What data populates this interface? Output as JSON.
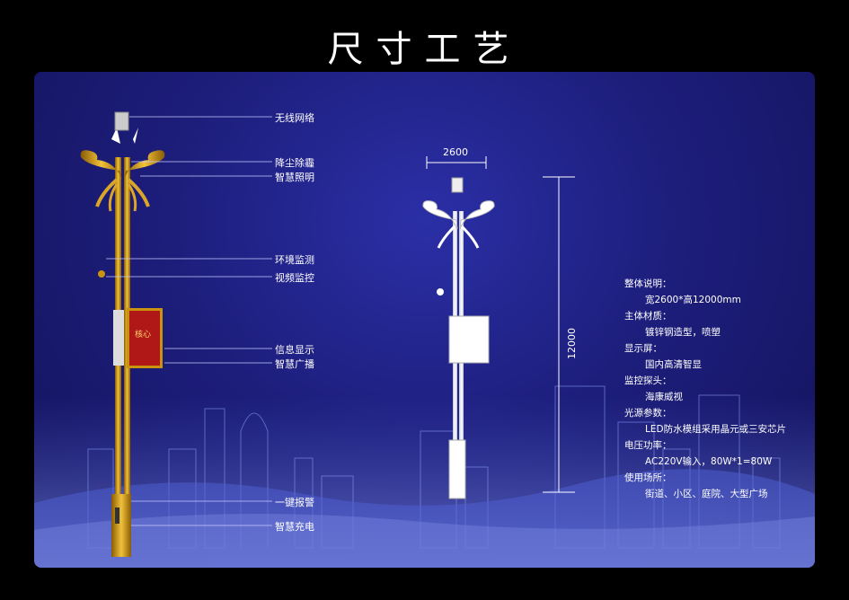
{
  "title": "尺寸工艺",
  "labels": [
    "无线网络",
    "降尘除霾",
    "智慧照明",
    "环境监测",
    "视频监控",
    "信息显示",
    "智慧广播",
    "一键报警",
    "智慧充电"
  ],
  "dimensions": {
    "width": "2600",
    "height": "12000"
  },
  "specs": [
    {
      "heading": "整体说明：",
      "value": "宽2600*高12000mm"
    },
    {
      "heading": "主体材质：",
      "value": "镀锌钢造型，喷塑"
    },
    {
      "heading": "显示屏：",
      "value": "国内高清智显"
    },
    {
      "heading": "监控探头：",
      "value": "海康威视"
    },
    {
      "heading": "光源参数：",
      "value": "LED防水模组采用晶元或三安芯片"
    },
    {
      "heading": "电压功率：",
      "value": "AC220V输入，80W*1=80W"
    },
    {
      "heading": "使用场所：",
      "value": "街道、小区、庭院、大型广场"
    }
  ],
  "banner_text": "核心",
  "colors": {
    "background": "#000000",
    "panel": "#1d1e7c",
    "pole_gold": "#c9930f",
    "banner_red": "#b01818"
  }
}
